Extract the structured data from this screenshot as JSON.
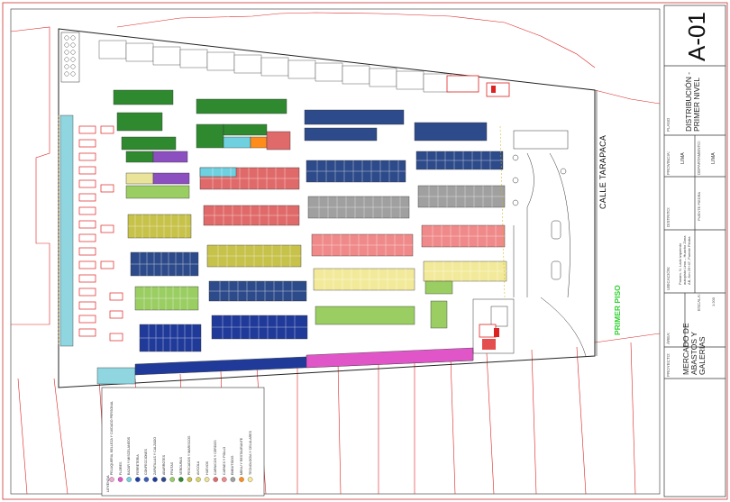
{
  "sheet": {
    "number": "A-01",
    "sheet_label": "PLANO",
    "plan_title": "DISTRIBUCIÓN - PRIMER NIVEL",
    "province_label": "PROVINCIA:",
    "province": "LIMA",
    "department_label": "DEPARTAMENTO:",
    "department": "LIMA",
    "district_label": "DISTRITO:",
    "district": "PUENTE PIEDRA",
    "location_label": "UBICACIÓN:",
    "location": "Panam. N. Lado izquierdo autopista Lima – Huacho Zona AB, Km 29+47, Puente Piedra",
    "area_label": "ÁREA:",
    "scale_label": "ESCALA:",
    "scale": "1:200",
    "project_label": "PROYECTO:",
    "project": "MERCADO DE ABASTOS Y GALERIAS"
  },
  "plan": {
    "street": "CALLE TARAPACA",
    "floor": "PRIMER PISO"
  },
  "legend": {
    "title": "LEYENDA",
    "items": [
      {
        "label": "PELUQUERIA, BELLEZA Y CUIDADO PERSONAL",
        "color": "#f2a7d6"
      },
      {
        "label": "FLORES",
        "color": "#e056c8"
      },
      {
        "label": "BAZAR Y MISCELANEOS",
        "color": "#6fd0e0"
      },
      {
        "label": "FERRETERIA",
        "color": "#1f3fa8"
      },
      {
        "label": "CONFECCIONES",
        "color": "#3a5eb8"
      },
      {
        "label": "ZAPATILLAS Y CALZADO",
        "color": "#203a9a"
      },
      {
        "label": "ABARROTES",
        "color": "#2d4a8a"
      },
      {
        "label": "FRUTAS",
        "color": "#9acd62"
      },
      {
        "label": "VERDURAS",
        "color": "#2f8a2f"
      },
      {
        "label": "PESCADOS Y MARISCOS",
        "color": "#c7c24a"
      },
      {
        "label": "AVICOLA",
        "color": "#d9d46a"
      },
      {
        "label": "HUEVOS",
        "color": "#e9e49a"
      },
      {
        "label": "CARNICOS Y CERDOS",
        "color": "#e06a6a"
      },
      {
        "label": "CARNES Y POLLO",
        "color": "#f08a8a"
      },
      {
        "label": "EMBUTIDOS",
        "color": "#a0a0a0"
      },
      {
        "label": "MENU Y RESTAURANTE",
        "color": "#ff8c1a"
      },
      {
        "label": "TECNOLOGIA Y CELULARES",
        "color": "#f2ea9a"
      }
    ]
  }
}
